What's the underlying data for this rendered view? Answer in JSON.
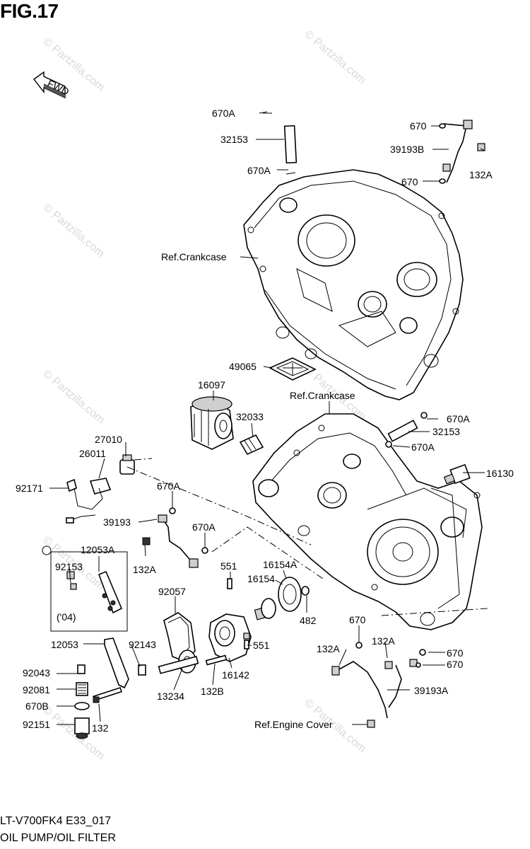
{
  "figure": {
    "title": "FIG.17",
    "arrow_label": "FWD",
    "watermark": "© Partzilla.com",
    "model_code": "LT-V700FK4 E33_017",
    "caption": "OIL PUMP/OIL FILTER"
  },
  "labels": {
    "l_670a_top": "670A",
    "l_32153_top": "32153",
    "l_670a_top2": "670A",
    "l_670_tr1": "670",
    "l_39193b": "39193B",
    "l_132a_tr": "132A",
    "l_670_tr2": "670",
    "l_refcrank1": "Ref.Crankcase",
    "l_49065": "49065",
    "l_16097": "16097",
    "l_refcrank2": "Ref.Crankcase",
    "l_32033": "32033",
    "l_670a_r1": "670A",
    "l_32153_r": "32153",
    "l_670a_r2": "670A",
    "l_27010": "27010",
    "l_26011": "26011",
    "l_92171": "92171",
    "l_16130": "16130",
    "l_670a_m1": "670A",
    "l_39193": "39193",
    "l_670a_m2": "670A",
    "l_132a_m": "132A",
    "l_12053a": "12053A",
    "l_92153": "92153",
    "l_04": "('04)",
    "l_551_top": "551",
    "l_16154a": "16154A",
    "l_16154": "16154",
    "l_92057": "92057",
    "l_482": "482",
    "l_670_br": "670",
    "l_132a_br1": "132A",
    "l_132a_br2": "132A",
    "l_670_br2": "670",
    "l_670_br3": "670",
    "l_12053": "12053",
    "l_92143": "92143",
    "l_551_b": "551",
    "l_16142": "16142",
    "l_92043": "92043",
    "l_92081": "92081",
    "l_13234": "13234",
    "l_132b": "132B",
    "l_670b": "670B",
    "l_39193a": "39193A",
    "l_92151": "92151",
    "l_132": "132",
    "l_refengine": "Ref.Engine Cover"
  }
}
